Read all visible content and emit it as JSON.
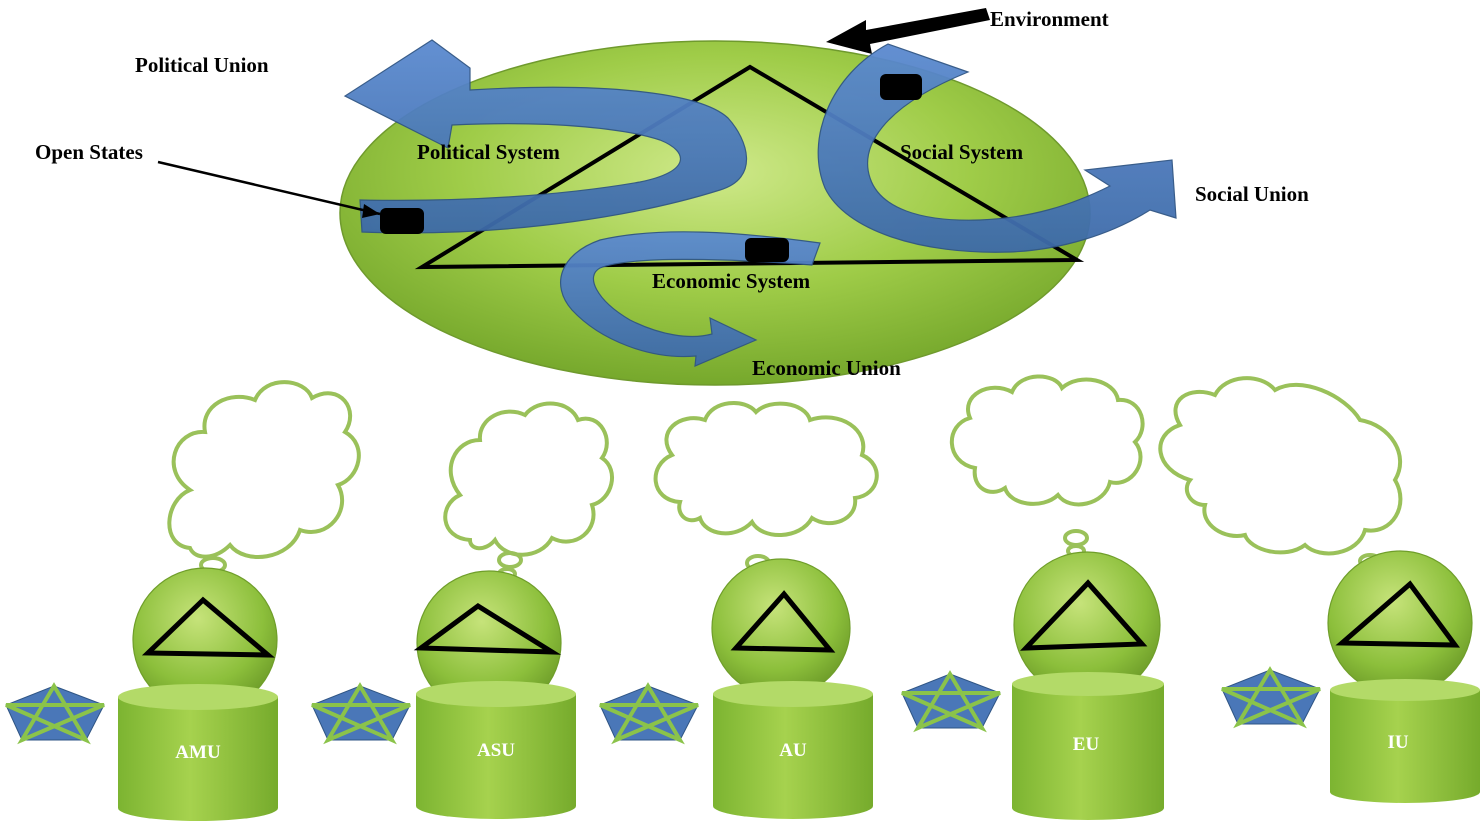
{
  "labels": {
    "environment": "Environment",
    "political_union": "Political Union",
    "open_states": "Open States",
    "political_system": "Political System",
    "social_system": "Social System",
    "social_union": "Social Union",
    "economic_system": "Economic System",
    "economic_union": "Economic Union"
  },
  "units": [
    {
      "label": "AMU"
    },
    {
      "label": "ASU"
    },
    {
      "label": "AU"
    },
    {
      "label": "EU"
    },
    {
      "label": "IU"
    }
  ],
  "colors": {
    "ellipse_fill": "#8bbf3a",
    "ellipse_light": "#b9dc6d",
    "ellipse_stroke": "#6f9a2d",
    "arrow_fill": "#4e7bbf",
    "arrow_stroke": "#2f5584",
    "cylinder_fill": "#8cc43c",
    "cloud_stroke": "#9ac15a",
    "pentagon_fill": "#4a77b8",
    "star_stroke": "#8bc34a",
    "marker_fill": "#000000"
  },
  "icons": {
    "environment_arrow": "arrow-left-black",
    "flow_arrows": "curved-arrow",
    "thought_cloud": "thought-bubble",
    "triangle": "triangle-outline",
    "pentagon_star": "pentagram-in-pentagon",
    "cylinder": "cylinder"
  }
}
